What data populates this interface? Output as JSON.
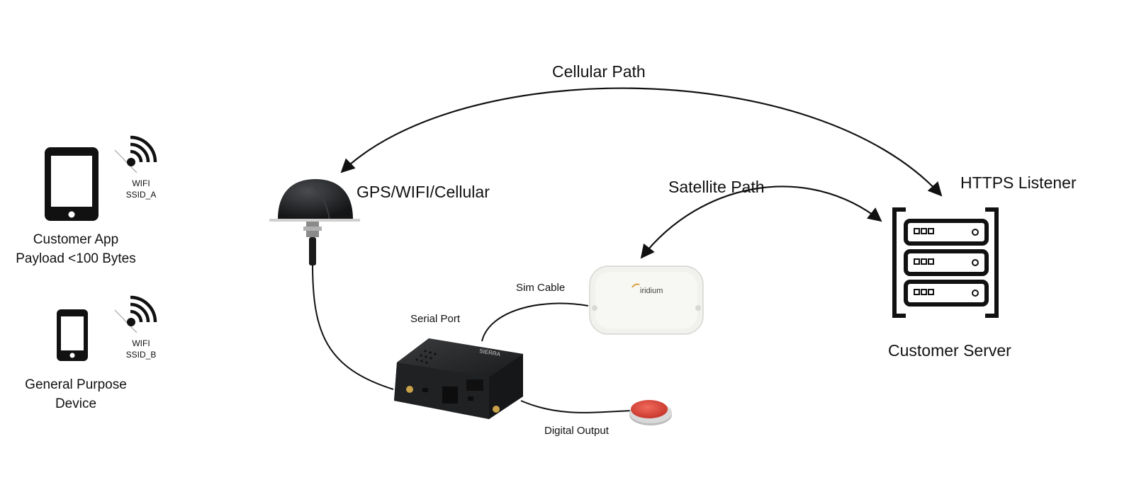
{
  "labels": {
    "cellular_path": "Cellular Path",
    "satellite_path": "Satellite Path",
    "antenna": "GPS/WIFI/Cellular",
    "https_listener": "HTTPS Listener",
    "customer_server": "Customer Server",
    "customer_app_line1": "Customer App",
    "customer_app_line2": "Payload <100 Bytes",
    "general_device_line1": "General Purpose",
    "general_device_line2": "Device",
    "wifi_a_line1": "WIFI",
    "wifi_a_line2": "SSID_A",
    "wifi_b_line1": "WIFI",
    "wifi_b_line2": "SSID_B",
    "sim_cable": "Sim Cable",
    "serial_port": "Serial Port",
    "digital_output": "Digital Output",
    "iridium_logo": "iridium",
    "router_logo": "SIERRA"
  },
  "icons": [
    "tablet-icon",
    "smartphone-icon",
    "wifi-icon",
    "antenna-icon",
    "router-icon",
    "iridium-modem-icon",
    "push-button-icon",
    "server-rack-icon"
  ],
  "colors": {
    "line": "#111111",
    "button_red": "#e0473a",
    "modem_body": "#f1f1ee",
    "antenna_dome": "#1f2022"
  }
}
